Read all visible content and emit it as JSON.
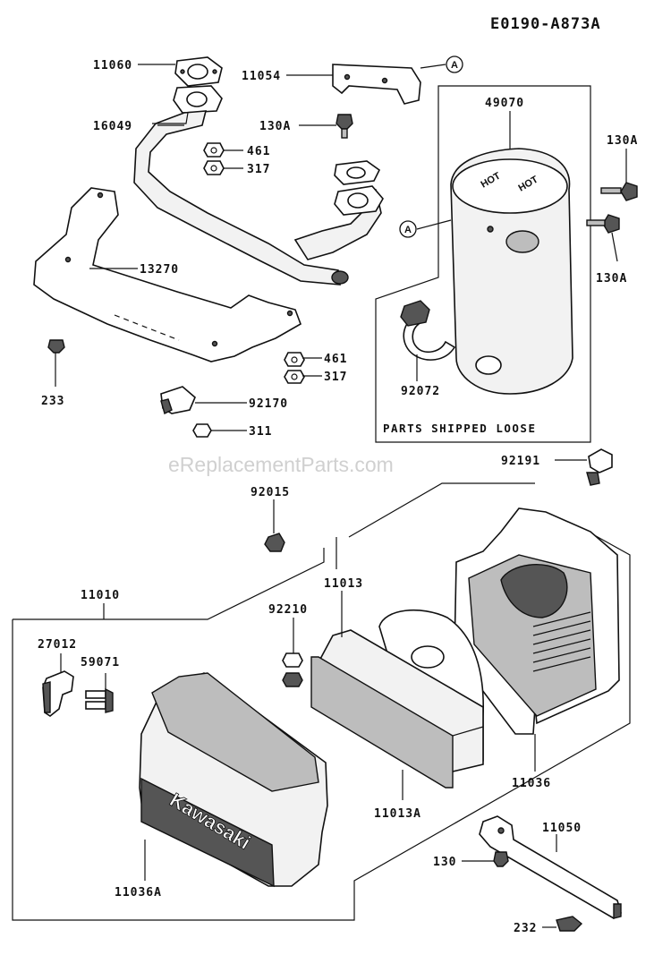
{
  "diagram_code": "E0190-A873A",
  "watermark": "eReplacementParts.com",
  "note": "PARTS SHIPPED LOOSE",
  "ref_marker": "A",
  "brand": "Kawasaki",
  "muffler_marks": [
    "HOT",
    "HOT"
  ],
  "labels": {
    "p11060": "11060",
    "p11054": "11054",
    "p16049": "16049",
    "p130A_top": "130A",
    "p461_top": "461",
    "p317_top": "317",
    "p49070": "49070",
    "p130A_right_top": "130A",
    "p130A_right_bottom": "130A",
    "p13270": "13270",
    "p461_bottom": "461",
    "p317_bottom": "317",
    "p233": "233",
    "p92170": "92170",
    "p311": "311",
    "p92072": "92072",
    "p92191": "92191",
    "p92015": "92015",
    "p11010": "11010",
    "p11013": "11013",
    "p92210": "92210",
    "p27012": "27012",
    "p59071": "59071",
    "p11036": "11036",
    "p11013A": "11013A",
    "p11036A": "11036A",
    "p11050": "11050",
    "p130": "130",
    "p232": "232"
  }
}
